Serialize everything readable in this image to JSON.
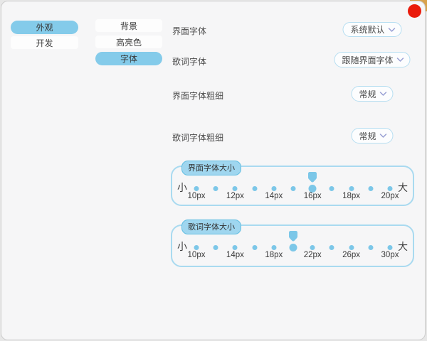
{
  "colors": {
    "accent": "#84cbea",
    "close_button": "#ea1b0b",
    "field_border": "#a9daf0"
  },
  "nav_primary": {
    "items": [
      {
        "label": "外观",
        "selected": true
      },
      {
        "label": "开发",
        "selected": false
      }
    ]
  },
  "nav_secondary": {
    "items": [
      {
        "label": "背景",
        "selected": false
      },
      {
        "label": "高亮色",
        "selected": false
      },
      {
        "label": "字体",
        "selected": true
      }
    ]
  },
  "rows": [
    {
      "label": "界面字体",
      "value": "系统默认"
    },
    {
      "label": "歌词字体",
      "value": "跟随界面字体"
    },
    {
      "label": "界面字体粗细",
      "value": "常规"
    },
    {
      "label": "歌词字体粗细",
      "value": "常规"
    }
  ],
  "sliders": [
    {
      "title": "界面字体大小",
      "min_label": "小",
      "max_label": "大",
      "tick_count": 11,
      "tick_labels": [
        "10px",
        "12px",
        "14px",
        "16px",
        "18px",
        "20px"
      ],
      "selected_index": 6,
      "selected_value": "16px"
    },
    {
      "title": "歌词字体大小",
      "min_label": "小",
      "max_label": "大",
      "tick_count": 11,
      "tick_labels": [
        "10px",
        "14px",
        "18px",
        "22px",
        "26px",
        "30px"
      ],
      "selected_index": 5,
      "selected_value": "20px"
    }
  ]
}
